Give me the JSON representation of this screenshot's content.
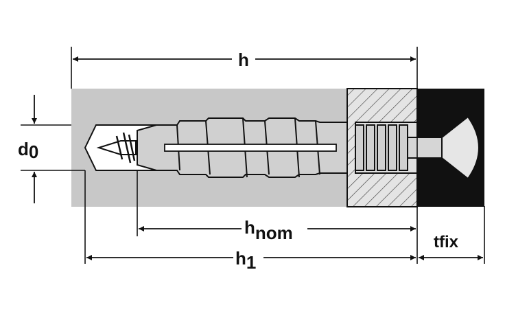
{
  "labels": {
    "h": "h",
    "d0_main": "d",
    "d0_sub": "0",
    "hnom_main": "h",
    "hnom_sub": "nom",
    "h1_main": "h",
    "h1_sub": "1",
    "tfix_main": "t",
    "tfix_sub": "fix"
  },
  "colors": {
    "base_material": "#c8c8c8",
    "fixture": "#111111",
    "plug_body": "#d0d0d0",
    "line": "#111111",
    "background": "#ffffff"
  }
}
